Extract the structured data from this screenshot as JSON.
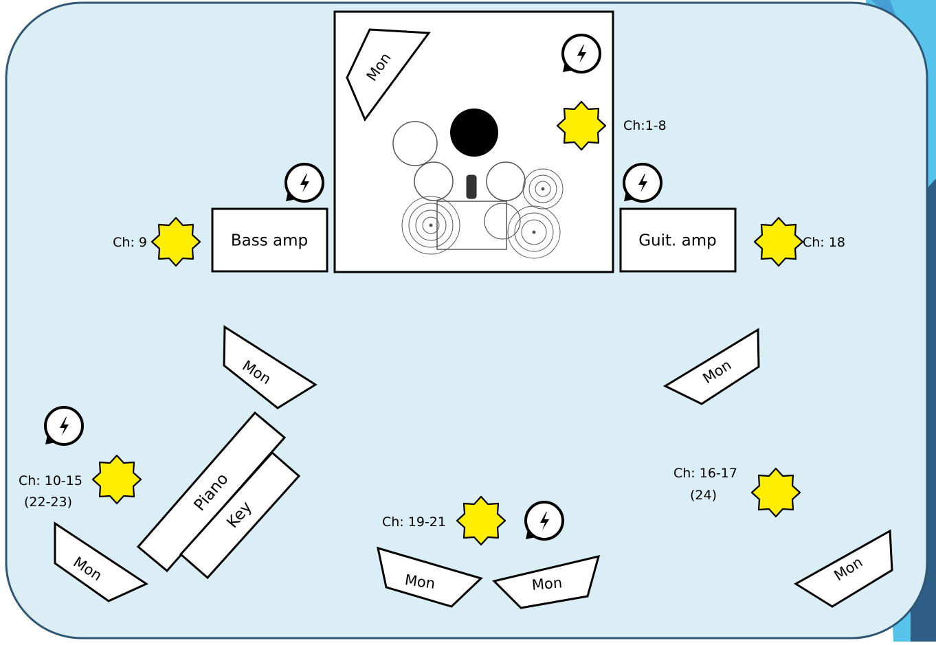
{
  "colors": {
    "stage_fill": "#dbeef5",
    "stage_border": "#2f5673",
    "accent_dark": "#2e5d86",
    "accent_mid": "#3b86c4",
    "accent_light": "#57c3ea",
    "star_fill": "#ffee00",
    "outline": "#000000",
    "box_fill": "#ffffff"
  },
  "riser": {
    "monitor_label": "Mon"
  },
  "amps": {
    "bass": {
      "label": "Bass amp"
    },
    "guitar": {
      "label": "Guit. amp"
    }
  },
  "keys": {
    "piano_label": "Piano",
    "key_label": "Key"
  },
  "monitors": {
    "left_upper": "Mon",
    "left_lower": "Mon",
    "right_upper": "Mon",
    "right_lower": "Mon",
    "front_left": "Mon",
    "front_right": "Mon"
  },
  "channels": {
    "drums": "Ch:1-8",
    "bass": "Ch: 9",
    "guitar": "Ch: 18",
    "keys_line1": "Ch: 10-15",
    "keys_line2": "(22-23)",
    "right_line1": "Ch: 16-17",
    "right_line2": "(24)",
    "center": "Ch: 19-21"
  },
  "icons": {
    "power": "power-outlet-icon",
    "input": "star-input-icon"
  }
}
